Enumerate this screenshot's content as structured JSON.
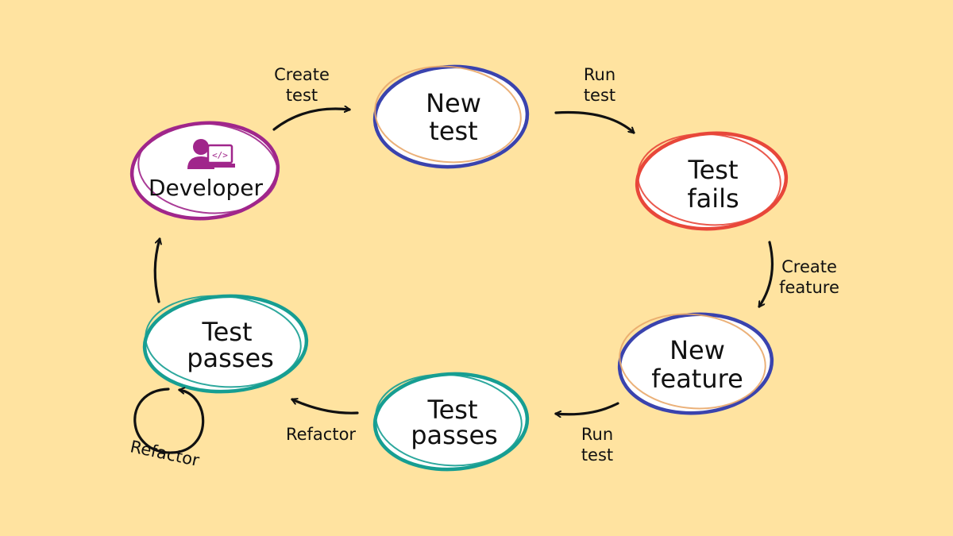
{
  "colors": {
    "background": "#FFE3A0",
    "developer": "#A0268B",
    "new_test": "#3A43AE",
    "test_fails": "#E8473A",
    "new_feature": "#3A43AE",
    "test_passes": "#169E92",
    "arrow": "#111111"
  },
  "nodes": {
    "developer": {
      "label": "Developer",
      "icon": "developer-at-computer-icon"
    },
    "new_test": {
      "line1": "New",
      "line2": "test"
    },
    "test_fails": {
      "line1": "Test",
      "line2": "fails"
    },
    "new_feature": {
      "line1": "New",
      "line2": "feature"
    },
    "test_passes_middle": {
      "line1": "Test",
      "line2": "passes"
    },
    "test_passes_left": {
      "line1": "Test",
      "line2": "passes"
    }
  },
  "edges": {
    "create_test": {
      "line1": "Create",
      "line2": "test"
    },
    "run_test_top": {
      "line1": "Run",
      "line2": "test"
    },
    "create_feature": {
      "line1": "Create",
      "line2": "feature"
    },
    "run_test_bottom": {
      "line1": "Run",
      "line2": "test"
    },
    "refactor_edge": {
      "label": "Refactor"
    },
    "refactor_loop": {
      "label": "Refactor"
    }
  }
}
